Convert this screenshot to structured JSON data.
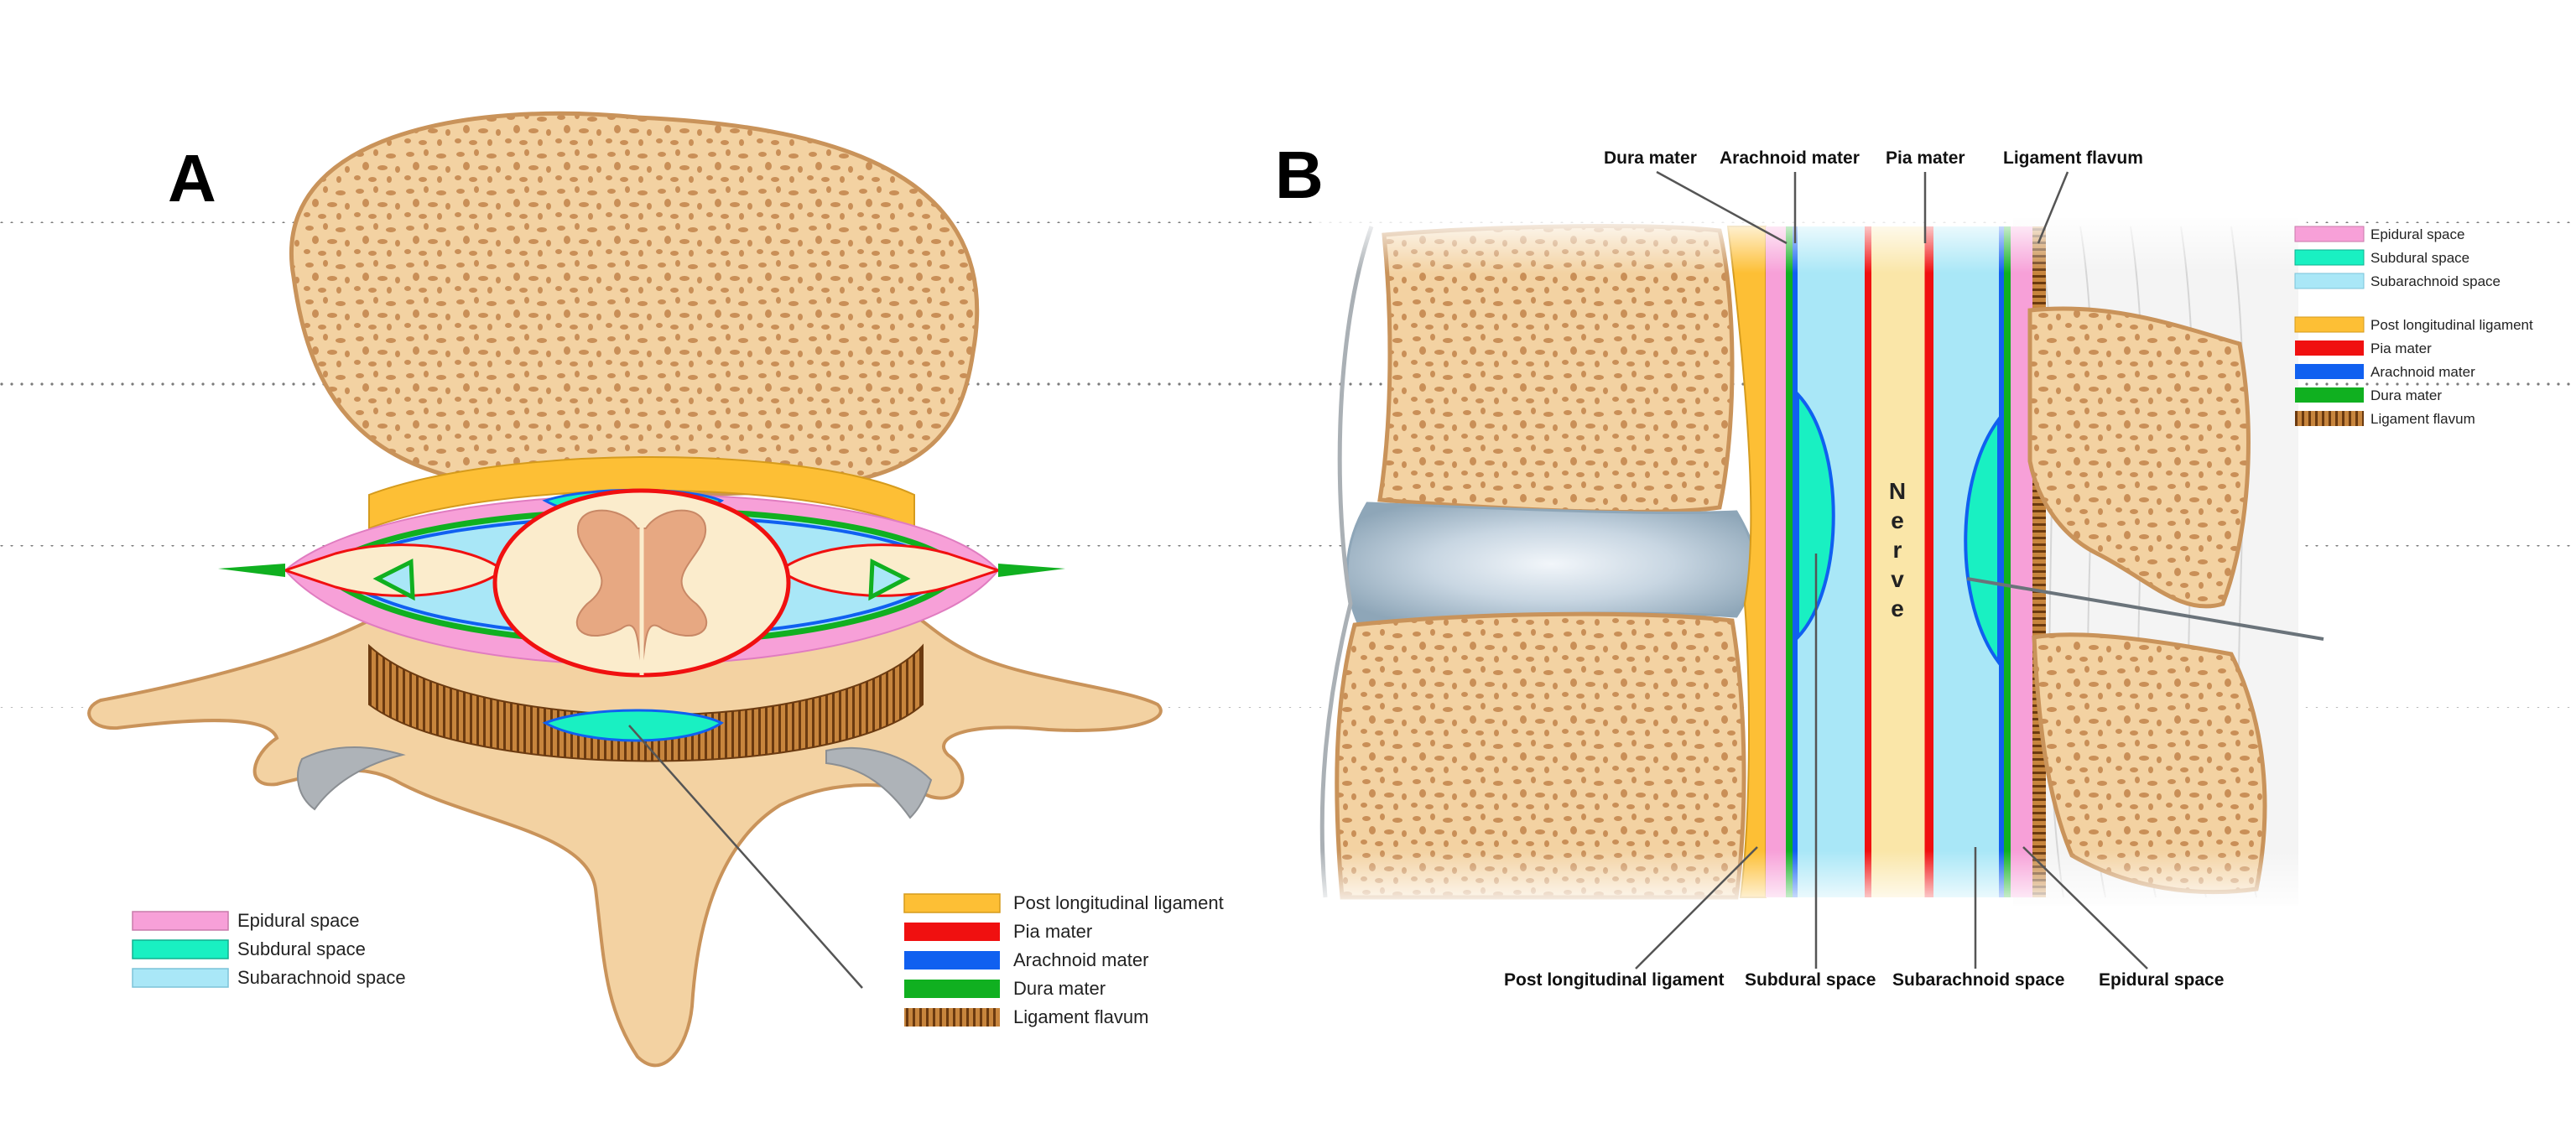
{
  "panels": {
    "a": {
      "letter": "A"
    },
    "b": {
      "letter": "B"
    }
  },
  "legend_a_spaces": [
    {
      "label": "Epidural space",
      "color": "#f7a0d8"
    },
    {
      "label": "Subdural space",
      "color": "#19f0c2"
    },
    {
      "label": "Subarachnoid space",
      "color": "#a9e7f7"
    }
  ],
  "legend_a_layers": [
    {
      "label": "Post longitudinal ligament",
      "color": "#fdbf35"
    },
    {
      "label": "Pia mater",
      "color": "#f01010"
    },
    {
      "label": "Arachnoid mater",
      "color": "#1060f0"
    },
    {
      "label": "Dura mater",
      "color": "#10b020"
    },
    {
      "label": "Ligament flavum",
      "color": "#a5621a",
      "pattern": "striped"
    }
  ],
  "legend_b": [
    {
      "label": "Epidural space",
      "color": "#f7a0d8"
    },
    {
      "label": "Subdural space",
      "color": "#19f0c2"
    },
    {
      "label": "Subarachnoid space",
      "color": "#a9e7f7"
    },
    {
      "label": "Post longitudinal ligament",
      "color": "#fdbf35"
    },
    {
      "label": "Pia mater",
      "color": "#f01010"
    },
    {
      "label": "Arachnoid mater",
      "color": "#1060f0"
    },
    {
      "label": "Dura mater",
      "color": "#10b020"
    },
    {
      "label": "Ligament flavum",
      "color": "#a5621a",
      "pattern": "striped"
    }
  ],
  "callouts_top": {
    "dura": "Dura mater",
    "arachnoid": "Arachnoid mater",
    "pia": "Pia mater",
    "flavum": "Ligament flavum"
  },
  "callouts_bottom": {
    "post_long": "Post longitudinal ligament",
    "subdural": "Subdural space",
    "subarachnoid": "Subarachnoid space",
    "epidural": "Epidural space"
  },
  "nerve_label": [
    "N",
    "e",
    "r",
    "v",
    "e"
  ],
  "colors": {
    "bone": "#f3d2a2",
    "bone_outline": "#c9935a",
    "disc": "#b9cbd8",
    "cord_white": "#fbeccc",
    "cord_grey": "#e7a882"
  }
}
